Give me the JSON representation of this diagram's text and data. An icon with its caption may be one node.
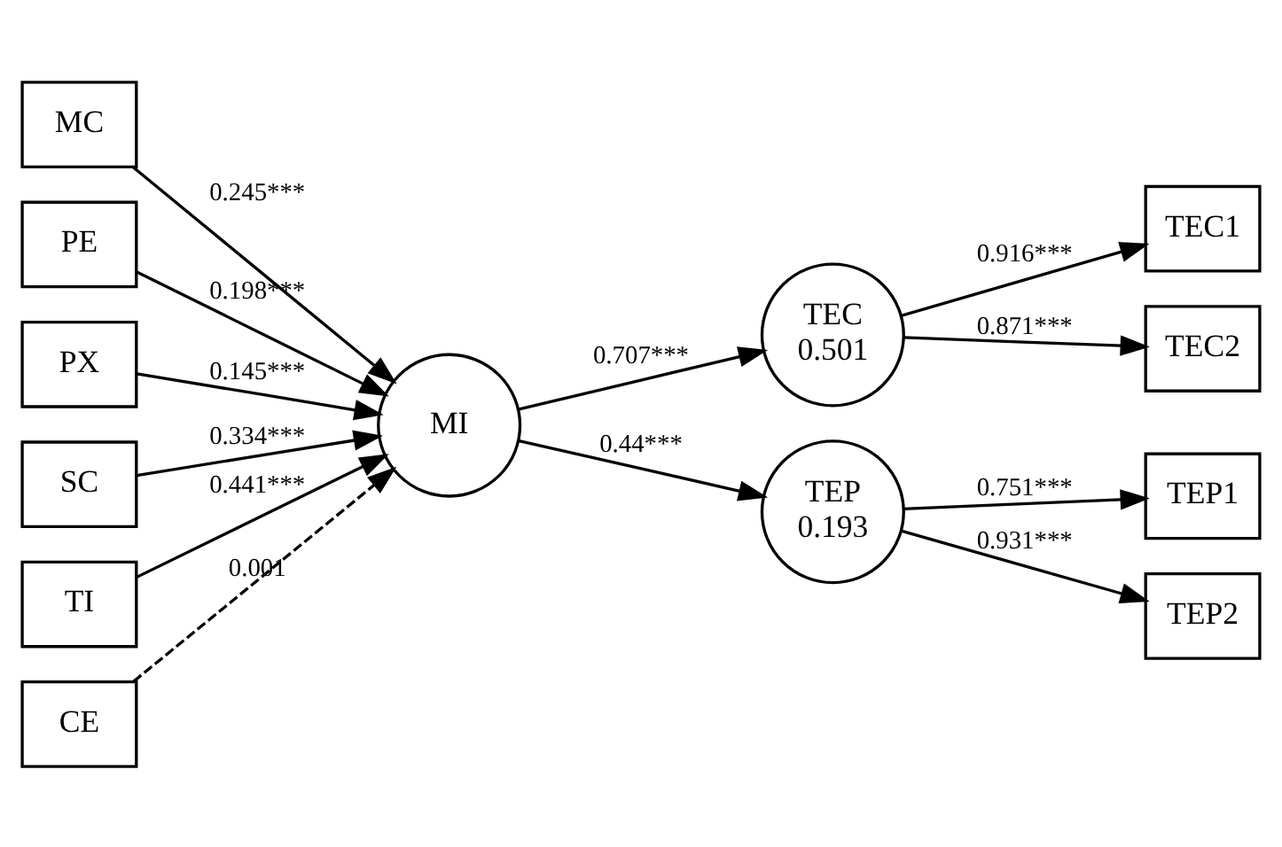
{
  "diagram": {
    "nodes": [
      {
        "text": [
          "MC"
        ]
      },
      {
        "text": [
          "PE"
        ]
      },
      {
        "text": [
          "PX"
        ]
      },
      {
        "text": [
          "SC"
        ]
      },
      {
        "text": [
          "TI"
        ]
      },
      {
        "text": [
          "CE"
        ]
      },
      {
        "text": [
          "MI"
        ]
      },
      {
        "text": [
          "TEC",
          "0.501"
        ]
      },
      {
        "text": [
          "TEP",
          "0.193"
        ]
      },
      {
        "text": [
          "TEC1"
        ]
      },
      {
        "text": [
          "TEC2"
        ]
      },
      {
        "text": [
          "TEP1"
        ]
      },
      {
        "text": [
          "TEP2"
        ]
      }
    ],
    "edges": [
      {
        "from": 0,
        "to": 6,
        "arrow": "to",
        "label": "0.245***"
      },
      {
        "from": 1,
        "to": 6,
        "arrow": "to",
        "label": "0.198***"
      },
      {
        "from": 2,
        "to": 6,
        "arrow": "to",
        "label": "0.145***"
      },
      {
        "from": 3,
        "to": 6,
        "arrow": "to",
        "label": "0.334***"
      },
      {
        "from": 4,
        "to": 6,
        "arrow": "to",
        "label": "0.441***"
      },
      {
        "from": 5,
        "to": 6,
        "arrow": "to",
        "label": "0.001",
        "style": "dashed"
      },
      {
        "from": 6,
        "to": 7,
        "arrow": "to",
        "label": "0.707***"
      },
      {
        "from": 6,
        "to": 8,
        "arrow": "to",
        "label": "0.44***"
      },
      {
        "from": 7,
        "to": 9,
        "arrow": "to",
        "label": "0.916***"
      },
      {
        "from": 7,
        "to": 10,
        "arrow": "to",
        "label": "0.871***"
      },
      {
        "from": 8,
        "to": 11,
        "arrow": "to",
        "label": "0.751***"
      },
      {
        "from": 8,
        "to": 12,
        "arrow": "to",
        "label": "0.931***"
      }
    ]
  }
}
